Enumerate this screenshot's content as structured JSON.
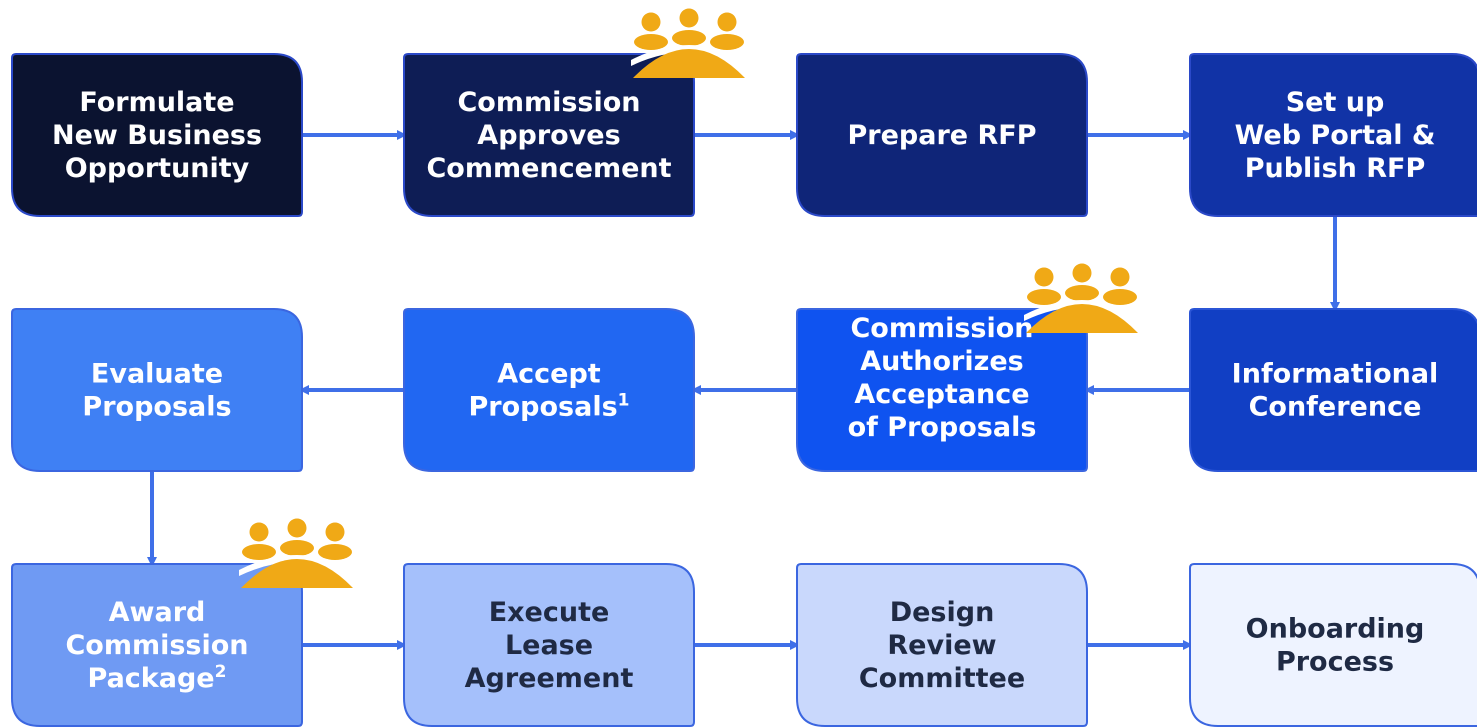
{
  "colors": {
    "connector": "#3f6fe8",
    "meeting_icon": "#f0a916",
    "meeting_icon_gap": "#ffffff"
  },
  "steps": [
    {
      "id": "formulate",
      "lines": [
        "Formulate",
        "New Business",
        "Opportunity"
      ],
      "fill": "#0b1330",
      "stroke": "#2b49c8",
      "text_color": "#ffffff"
    },
    {
      "id": "commission-approves",
      "lines": [
        "Commission",
        "Approves",
        "Commencement"
      ],
      "fill": "#0e1d55",
      "stroke": "#2b49c8",
      "text_color": "#ffffff",
      "meeting_icon": "people-group-icon"
    },
    {
      "id": "prepare-rfp",
      "lines": [
        "Prepare RFP"
      ],
      "fill": "#0f2578",
      "stroke": "#2b49c8",
      "text_color": "#ffffff"
    },
    {
      "id": "web-portal",
      "lines": [
        "Set up",
        "Web Portal &",
        "Publish RFP"
      ],
      "fill": "#1133a6",
      "stroke": "#2b49c8",
      "text_color": "#ffffff"
    },
    {
      "id": "informational-conference",
      "lines": [
        "Informational",
        "Conference"
      ],
      "fill": "#113fc4",
      "stroke": "#2b55d6",
      "text_color": "#ffffff"
    },
    {
      "id": "commission-authorizes",
      "lines": [
        "Commission",
        "Authorizes",
        "Acceptance",
        "of Proposals"
      ],
      "fill": "#0f53f0",
      "stroke": "#3b66e0",
      "text_color": "#ffffff",
      "meeting_icon": "people-group-icon"
    },
    {
      "id": "accept-proposals",
      "lines": [
        "Accept",
        "Proposals"
      ],
      "superscript": "1",
      "fill": "#2167f2",
      "stroke": "#3b66e0",
      "text_color": "#ffffff"
    },
    {
      "id": "evaluate-proposals",
      "lines": [
        "Evaluate",
        "Proposals"
      ],
      "fill": "#3f80f4",
      "stroke": "#3b66e0",
      "text_color": "#ffffff"
    },
    {
      "id": "award-package",
      "lines": [
        "Award",
        "Commission",
        "Package"
      ],
      "superscript": "2",
      "fill": "#6f9af3",
      "stroke": "#3b66e0",
      "text_color": "#ffffff",
      "meeting_icon": "people-group-icon"
    },
    {
      "id": "execute-lease",
      "lines": [
        "Execute",
        "Lease",
        "Agreement"
      ],
      "fill": "#a5c0fb",
      "stroke": "#3b66e0",
      "text_color": "#1f2a44"
    },
    {
      "id": "design-review",
      "lines": [
        "Design",
        "Review",
        "Committee"
      ],
      "fill": "#c9d8fc",
      "stroke": "#3b66e0",
      "text_color": "#1f2a44"
    },
    {
      "id": "onboarding",
      "lines": [
        "Onboarding",
        "Process"
      ],
      "fill": "#eef3ff",
      "stroke": "#3b66e0",
      "text_color": "#1f2a44"
    }
  ],
  "connectors": [
    {
      "from": "formulate",
      "to": "commission-approves"
    },
    {
      "from": "commission-approves",
      "to": "prepare-rfp"
    },
    {
      "from": "prepare-rfp",
      "to": "web-portal"
    },
    {
      "from": "web-portal",
      "to": "informational-conference"
    },
    {
      "from": "informational-conference",
      "to": "commission-authorizes"
    },
    {
      "from": "commission-authorizes",
      "to": "accept-proposals"
    },
    {
      "from": "accept-proposals",
      "to": "evaluate-proposals"
    },
    {
      "from": "evaluate-proposals",
      "to": "award-package"
    },
    {
      "from": "award-package",
      "to": "execute-lease"
    },
    {
      "from": "execute-lease",
      "to": "design-review"
    },
    {
      "from": "design-review",
      "to": "onboarding"
    }
  ]
}
